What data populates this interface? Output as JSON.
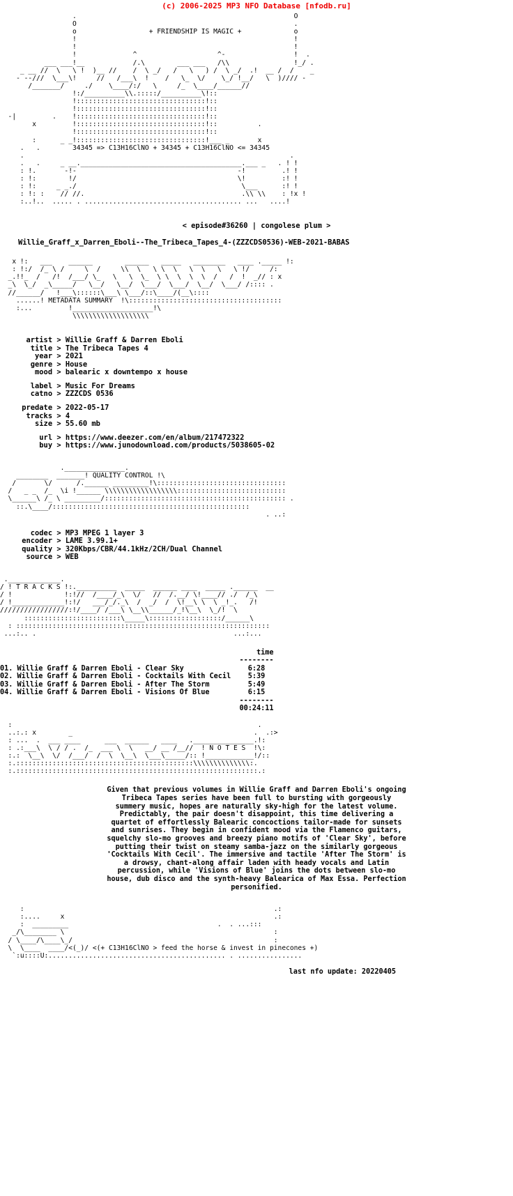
{
  "header": {
    "copyright": "(c) 2006-2025 MP3 NFO Database [nfodb.ru]",
    "color": "#ee0000"
  },
  "banner": {
    "tagline": "+ FRIENDSHIP IS MAGIC +",
    "formula_line": "34345 => C13H16ClNO + 34345 + C13H16ClNO <= 34345",
    "top_art": "                  .                                                      O\n                  O                                                      .\n                  o                  + FRIENDSHIP IS MAGIC +             o\n                  !                                                      !\n                  !                                                      !\n                  !              ^                    ^-                 !  .\n           ___ ___!__            /.\\        ___ ___   /\\\\                !_/ .\n     _ __ //  \\   \\ !  )__ //    /  \\ _/   /   \\   ) /  \\ _/  .!  __ /  /    _\n    - --///  \\___\\!     //   /___\\  !    /   \\_  \\/    \\_/ !__/   \\  )//// -\n       /_______/     ./    \\____/:/   \\     /_  \\____/______//\n                  !:/__________\\\\.:::::/__________\\!::\n                  !::::::::::::::::::::::::::::::::!::\n                  !::::::::::::::::::::::::::::::::!::\n  -|         .    !::::::::::::::::::::::::::::::::!::\n        x         !::::::::::::::::::::::::::::::::!::          .\n                  !::::::::::::::::::::::::::::::::!::\n        :      _ _!::::::::::::::::::::::::::::::::!___ _       x",
    "bottom_art": "     .   .        34345 => C13H16ClNO + 34345 + C13H16ClNO <= 34345\n     .                                                                  .\n     .   .     _ __.________________________________________.___ _   . ! !\n     : !.       -!-                                        -!         .! !\n     : !:        !/                                        \\!         :! !\n     : !:     _ _./                                         \\___      :! !\n     : !: :    // //.                                       .\\\\ \\\\    : !x !\n     :..!..  ..... . ....................................... ...   ....!"
  },
  "episode": {
    "line": "< episode#36260 | congolese plum >"
  },
  "release": {
    "name": "Willie_Graff_x_Darren_Eboli--The_Tribeca_Tapes_4-(ZZZCDS0536)-WEB-2021-BABAS"
  },
  "metadata_section": {
    "title": "METADATA SUMMARY",
    "banner": "   x !:   ___    ______        ______   _____   ________   ____ ._____ !:\n   : !:/  /_ \\ /     \\  /     \\\\  \\   \\ \\  \\   \\  \\   \\   \\ !/     /:\n  _.!!_  /   /!  /___/ \\_   \\   \\  \\_  \\ \\  \\  \\  \\  /   /  !  _// : x\n  _\\  \\_/  _\\_____/   \\__/   \\__/  \\___/  \\___/  \\__/  \\___/ /:::: .\n  //______/   !___\\::::::\\___\\ \\___/::\\____/(__\\::::\n    ......! METADATA SUMMARY  !\\::::::::::::::::::::::::::::::::::::::\n    :...         !____________________!\\\n                  \\\\\\\\\\\\\\\\\\\\\\\\\\\\\\\\\\\\\\",
    "fields": [
      {
        "key": "artist",
        "value": "Willie Graff & Darren Eboli"
      },
      {
        "key": "title",
        "value": "The Tribeca Tapes 4"
      },
      {
        "key": "year",
        "value": "2021"
      },
      {
        "key": "genre",
        "value": "House"
      },
      {
        "key": "mood",
        "value": "balearic x downtempo x house"
      }
    ],
    "fields2": [
      {
        "key": "label",
        "value": "Music For Dreams"
      },
      {
        "key": "catno",
        "value": "ZZZCDS 0536"
      }
    ],
    "fields3": [
      {
        "key": "predate",
        "value": "2022-05-17"
      },
      {
        "key": "tracks",
        "value": "4"
      },
      {
        "key": "size",
        "value": "55.60 mb"
      }
    ],
    "fields4": [
      {
        "key": "url",
        "value": "https://www.deezer.com/en/album/217472322"
      },
      {
        "key": "buy",
        "value": "https://www.junodownload.com/products/5038605-02"
      }
    ]
  },
  "quality_section": {
    "title": "QUALITY CONTROL",
    "banner": "               ._______________.\n    ________  _______! QUALITY CONTROL !\\\n   /       \\/      /.______ _________!\\::::::::::::::::::::::::::::::::\n  /   _ _  /_  \\i !______ \\\\\\\\\\\\\\\\\\\\\\\\\\\\\\\\\\\\:::::::::::::::::::::::::::\n  \\______\\ /_ \\ _________/::::::::::::::::::::::::::::::::::::::::::::: .\n    ::.\\____/:::::::::::::::::::::::::::::::::::::::::::::::::\n                                                                  . ..:",
    "fields": [
      {
        "key": "codec",
        "value": "MP3 MPEG 1 layer 3"
      },
      {
        "key": "encoder",
        "value": "LAME 3.99.1+"
      },
      {
        "key": "quality",
        "value": "320Kbps/CBR/44.1kHz/2CH/Dual Channel"
      },
      {
        "key": "source",
        "value": "WEB"
      }
    ]
  },
  "tracks_section": {
    "title": "T R A C K S",
    "banner": " ._____________.\n/ ! T R A C K S !:.__________  _____  ______ ____  _____ .______  __\n/ !             !:!//  /____/_\\  \\/   //  /.__/ \\!____// ./  /_\\\n/ !_____________!:!/   ___/_/._\\  /  _/  /  \\!__\\ \\  \\ _!_.   /!\n/////////////////:!/____/ /___\\ \\__\\\\______/_!\\__\\  \\_/!  \\\n      ::::::::::::::::::::::::\\_____\\::::::::::::::::::/______\\\n  : :::::::::::::::::::::::::::::::::::::::::::::::::::::::::::::::\n ...:.. .                                                 ...:...",
    "time_header": "time",
    "time_rule": "--------",
    "items": [
      {
        "num": "01.",
        "artist": "Willie Graff & Darren Eboli",
        "title": "Clear Sky",
        "time": "6:28"
      },
      {
        "num": "02.",
        "artist": "Willie Graff & Darren Eboli",
        "title": "Cocktails With Cecil",
        "time": "5:39"
      },
      {
        "num": "03.",
        "artist": "Willie Graff & Darren Eboli",
        "title": "After The Storm",
        "time": "5:49"
      },
      {
        "num": "04.",
        "artist": "Willie Graff & Darren Eboli",
        "title": "Visions Of Blue",
        "time": "6:15"
      }
    ],
    "total_rule": "--------",
    "total_time": "00:24:11"
  },
  "notes_section": {
    "title": "N O T E S",
    "banner": "  :                                                             .\n  ..:.: x        _                                             .  .:>\n  : ...  .  ___ ____      ___  ______   ____   ._______________.!:\n  : .:___\\  \\ / / .  /_  ___ \\  \\   __/ __ /__//  ! N O T E S  !\\:\n  :.:  \\__\\  \\/  /___/  /  \\  \\__\\  \\___\\_____/:: !____________!/::\n  :.::::::::::::::::::::::::::::::::::::::::::::\\\\\\\\\\\\\\\\\\\\\\\\\\\\:.\n  :.::::::::::::::::::::::::::::::::::::::::::::::::::::::::::::.:",
    "text": [
      "Given that previous volumes in Willie Graff and Darren Eboli's ongoing",
      "Tribeca Tapes series have been full to bursting with gorgeously",
      "summery music, hopes are naturally sky-high for the latest volume.",
      "Predictably, the pair doesn't disappoint, this time delivering a",
      "quartet of effortlessly Balearic concoctions tailor-made for sunsets",
      "and sunrises. They begin in confident mood via the Flamenco guitars,",
      "squelchy slo-mo grooves and breezy piano motifs of 'Clear Sky', before",
      "putting their twist on steamy samba-jazz on the similarly gorgeous",
      "'Cocktails With Cecil'. The immersive and tactile 'After The Storm' is",
      "a drowsy, chant-along affair laden with heady vocals and Latin",
      "percussion, while 'Visions of Blue' joins the dots between slo-mo",
      "house, dub disco and the synth-heavy Balearica of Max Essa. Perfection",
      "personified."
    ]
  },
  "footer": {
    "art": "     :                                                              .:\n     :....     x                                                    .:\n     :  _________                                     .  . ...:::\n   _/\\________ \\                                                    :\n  / \\____/\\____\\_/                                                  :\n  \\  \\____  ____/<(_)/ <(+ C13H16ClNO > feed the horse & invest in pinecones +)\n   `:u::::U:............................................ . ................",
    "slogan": "<(+ C13H16ClNO > feed the horse & invest in pinecones +)",
    "last_update_label": "last nfo update:",
    "last_update_value": "20220405"
  }
}
